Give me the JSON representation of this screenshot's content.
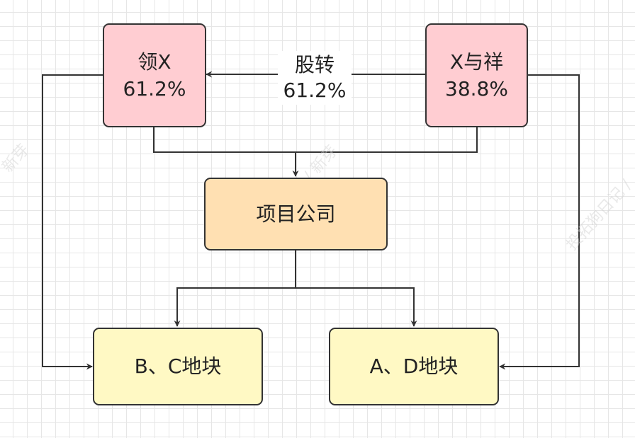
{
  "nodes": {
    "lingx": {
      "name": "领X",
      "share": "61.2%"
    },
    "xyuxiang": {
      "name": "X与祥",
      "share": "38.8%"
    },
    "project": {
      "name": "项目公司"
    },
    "bc_plot": {
      "name": "B、C地块"
    },
    "ad_plot": {
      "name": "A、D地块"
    }
  },
  "edges": {
    "transfer": {
      "label": "股转",
      "share": "61.2%"
    }
  },
  "watermark": {
    "left": "新芽",
    "center": "记 / 新芽",
    "right": "投拓狗日记 /"
  },
  "colors": {
    "pink": "#ffcdd2",
    "orange": "#ffe0b2",
    "yellow": "#fff9c4",
    "stroke": "#333333"
  }
}
